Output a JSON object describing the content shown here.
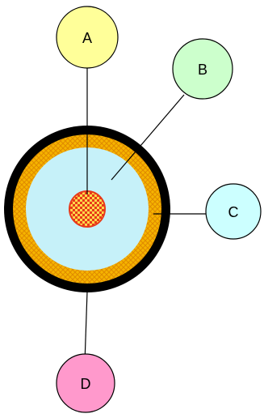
{
  "labels": {
    "a": "A",
    "b": "B",
    "c": "C",
    "d": "D"
  },
  "colors": {
    "label_a_fill": "#ffff99",
    "label_b_fill": "#ccffcc",
    "label_c_fill": "#ccffff",
    "label_d_fill": "#ff99cc",
    "outer_jacket": "#000000",
    "shield_layer": "#f5b400",
    "shield_pattern": "#e08a00",
    "dielectric": "#c6f1f9",
    "core_red": "#e83a1a",
    "core_yellow": "#ffd84a",
    "leader_lines": "#000000"
  }
}
